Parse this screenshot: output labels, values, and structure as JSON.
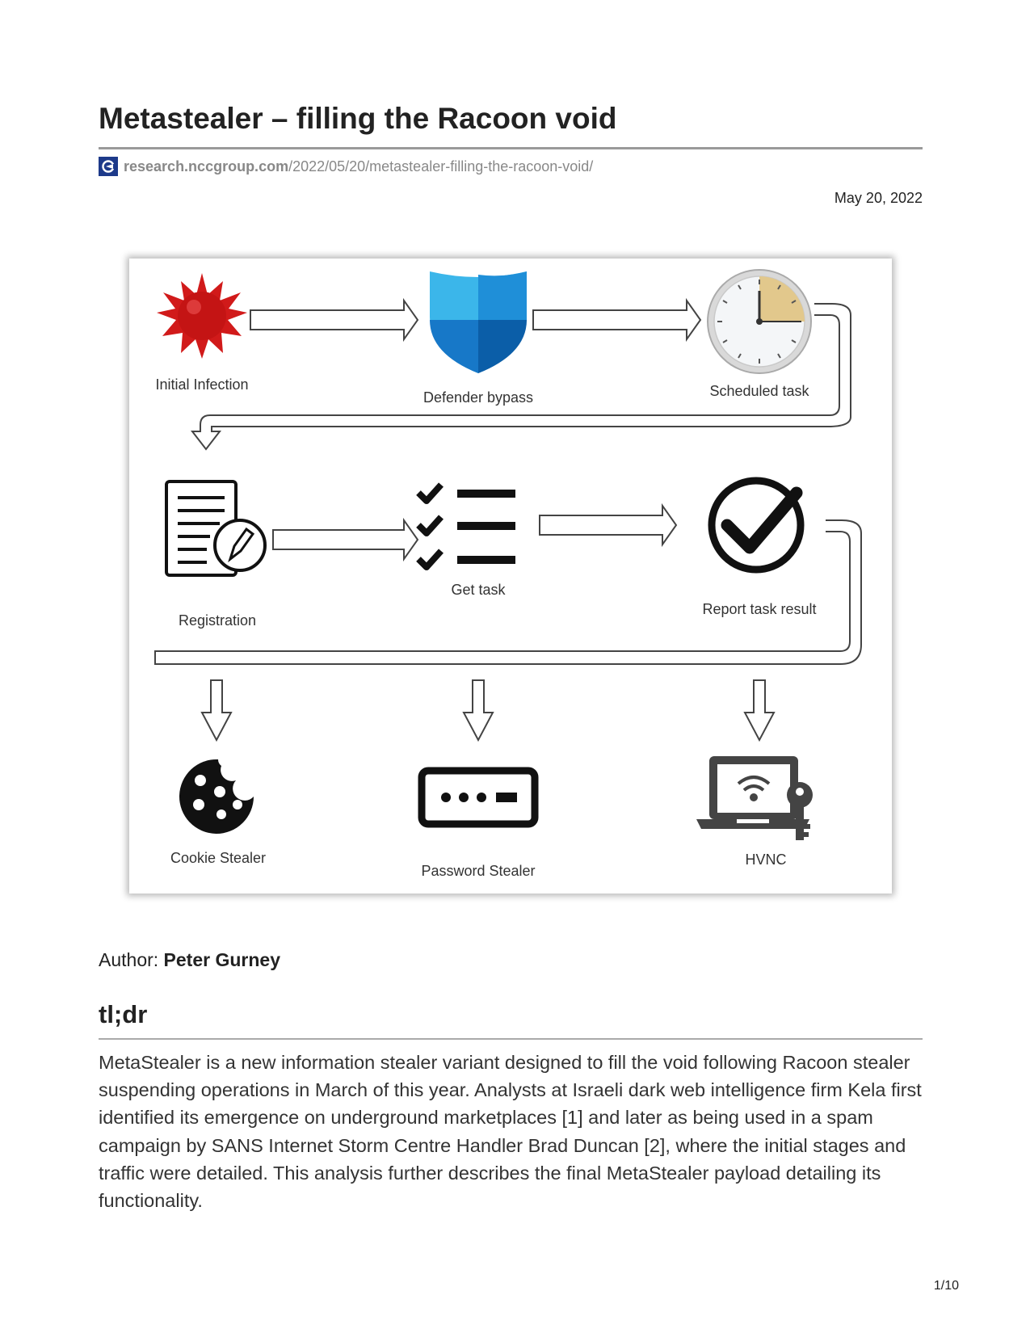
{
  "article": {
    "title": "Metastealer – filling the Racoon void",
    "source_domain": "research.nccgroup.com",
    "source_path": "/2022/05/20/metastealer-filling-the-racoon-void/",
    "date": "May 20, 2022"
  },
  "diagram": {
    "labels": {
      "initial_infection": "Initial Infection",
      "defender_bypass": "Defender bypass",
      "scheduled_task": "Scheduled task",
      "registration": "Registration",
      "get_task": "Get task",
      "report_task_result": "Report task result",
      "cookie_stealer": "Cookie Stealer",
      "password_stealer": "Password Stealer",
      "hvnc": "HVNC"
    }
  },
  "author": {
    "label": "Author:",
    "name": "Peter Gurney"
  },
  "tldr": {
    "heading": "tl;dr",
    "body": "MetaStealer is a new information stealer variant designed to fill the void following Racoon stealer suspending operations in March of this year. Analysts at Israeli dark web intelligence firm Kela first identified its emergence on underground marketplaces [1] and later as being used in a spam campaign by SANS Internet Storm Centre Handler Brad Duncan [2], where the initial stages and traffic were detailed. This analysis further describes the final MetaStealer payload detailing its functionality."
  },
  "page": {
    "number": "1/10"
  },
  "colors": {
    "favicon": "#1d3a8a",
    "infection_red": "#d11a1a",
    "shield_light": "#3bb6ea",
    "shield_dark": "#0b5ea8",
    "clock_wedge": "#e2c88c"
  }
}
